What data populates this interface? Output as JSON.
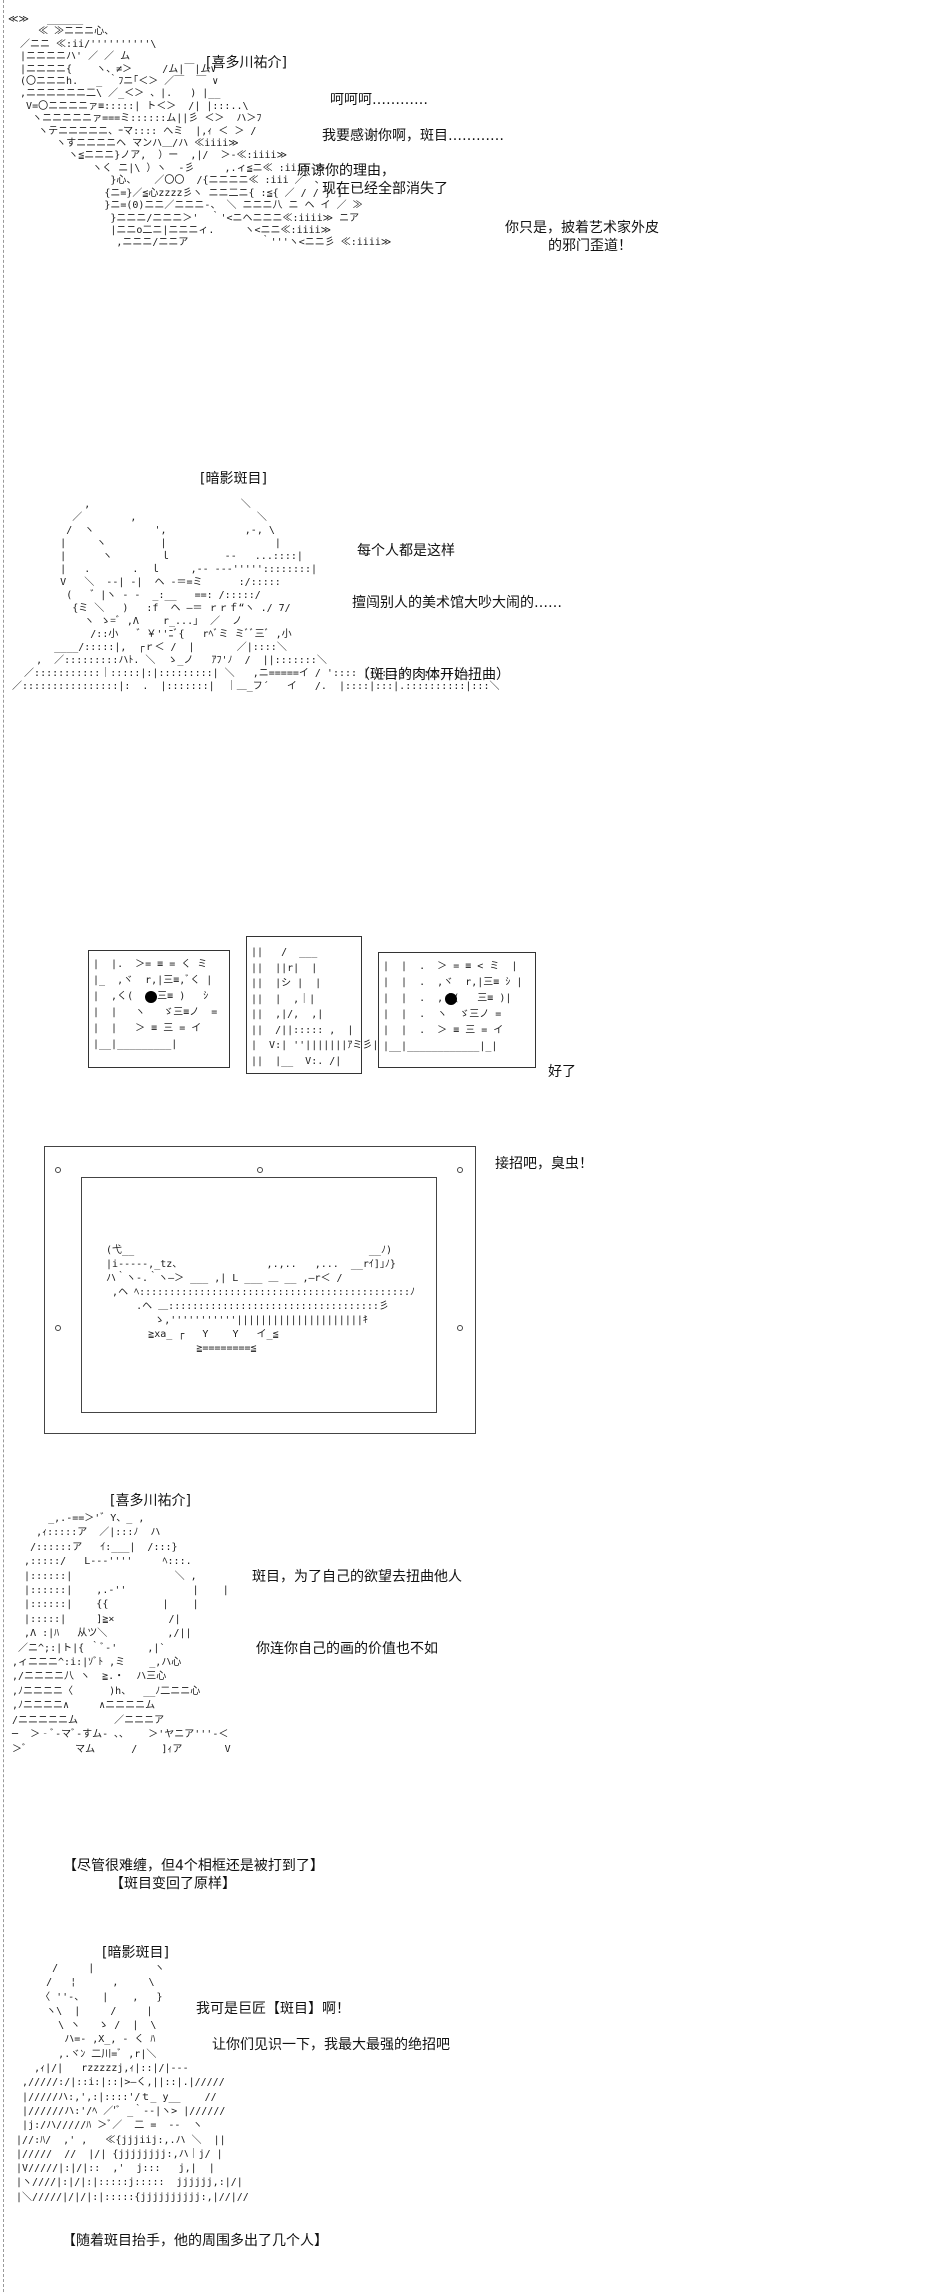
{
  "scene1": {
    "speaker": "[喜多川祐介]",
    "lines": [
      "呵呵呵…………",
      "我要感谢你啊，斑目…………",
      "原谅你的理由，",
      "现在已经全部消失了",
      "你只是，披着艺术家外皮",
      "的邪门歪道！"
    ],
    "art": "≪≫   ______\n     ≪ ≫ニニニ心、\n  ／ニニ ≪:ii/''''''''''\\\n  |ニニニニハ' ／ ／ ム\n  |ニニニニ{    ヽ、≠＞     /ム|￣|ム∨\n  (〇ニニニh.   _ ｀ﾌニ｢＜＞ ／￣  ￣ ∨\n  ,ニニニニニニ二\\ ／_＜＞ 、|.   ) |__\n   V=〇ニニニニァ≡:::::| ト＜＞  /| |:::..\\\n    ヽニニニニニァ===ミ::::::ム||彡 ＜＞  ハ＞ﾌ\n     ヽテニニニニニ、ｰマ:::: へミ  |,ｨ ＜ ＞ /\n        ヽすニニニニヘ マンハ＿/ハ ≪iiii≫\n          ヽ≦ニニニ}ノア,  ）ー  ,|/  ＞-≪:iiii≫\n              ヽく ニ|\\ ）ヽ  -彡     ,.ィ≦ニ≪ :iiii ≫\n                 }心、   ／〇〇  /{ニニニニ≪ :iii ／゛、\n                {ニ=}／≦心zzzz彡ヽ ニニ二ニ{ :≦{ ／ / / } ]\n                }ニ=(0)ニニ／ニニニ‐、 ＼ ニニニ八 ニ ヘ イ ／ ≫\n                 }ニニニ/ニニニ＞'  ｀'<ニヘニニニ≪:iiii≫ ニア\n                 |ニニo二ニ|ニニニィ.     ヽ<ニニ≪:iiii≫\n                  ,ニニニ/ニニア            ｀'''ヽ<ニニ彡 ≪:iiii≫"
  },
  "scene2": {
    "speaker": "[暗影斑目]",
    "lines": [
      "每个人都是这样",
      "擅闯别人的美术馆大吵大闹的……",
      "（斑目的肉体开始扭曲）"
    ],
    "art": "             ,                         ＼\n           ／        ,                    ＼\n          /  ヽ          ',             ,-, \\\n         |     ヽ         |                  |\n         |      ヽ        ｌ         --   ...::::|\n         |   .       .  ｌ     ,-- ---'''''::::::::|\n         V   ＼  --| -|  ヘ -＝=ミ      :/:::::\n          (   ゛|ヽ ‐ ‐  _:__   ==: /:::::/\n           {ミ ＼   )   :f  ヘ ―＝ ｒｒｆ“ヽ ./ 7/\n             ヽ ゝ=ﾞ ,Λ    r_...｣  ／  ノ\n              /::小   ゛￥''ﾆﾞ{   rﾍﾞミ ミﾞﾞ三ﾞ ,小\n        ____/:::::|,  ┌ｒ＜ /  |       ／|::::＼\n     ,  ／:::::::::ハﾄ. ＼  ゝ_ノ   ｱﾌ'ﾉ  /  ||:::::::＼\n   ／:::::::::::｜:::::|:|:::::::::| ＼   ,ニ=====イ / ':::: |:|::::::::::::|＼\n ／::::::::::::::::|:  .  |:::::::|  ｜＿_フ´   イ   /.  |::::|:::|.::::::::::|:::＼"
  },
  "scene3": {
    "line": "好了",
    "art_left": "|  |.  ＞= ≡ = く ミ\n|_  ,ヾ  r,|三≡,ﾞく |\n|  ,く(    三≡ )   ｼ\n|  |   ヽ   ゞ三≡ノ  =\n|  |   ＞ ≡ 三 = イ\n|__|_________|\n",
    "art_mid": "||   /  ___\n||  ||r|  |\n||  |シ |  |\n||  |  ,｜|\n||  ,|/,  ,|\n||  /||::::: ,  |\n|  V:| ''|||||||ｱミ彡|\n||  |__  V:. /|\n",
    "art_right": "|  |  .  ＞ = ≡ < ミ  |\n|  |  .  ,ヾ  r,|三≡ ｼ |\n|  |  .  ,く(   三≡ )|\n|  |  .  ヽ  ゞ三ノ =\n|  |  .  ＞ ≡ 三 = イ\n|__|____________|_|\n"
  },
  "scene4": {
    "line": "接招吧，臭虫！",
    "art": "  (弋__                                       __ﾉ)\n  |i----‐,_tz、              ,.,..   ,...  __rｲ]｣ﾉ}\n  ハ｀ヽ‐.｀ヽ―＞ ___ ,| L ___ ＿ __ ,―r＜ /\n   ,ヘ ﾍ:::::::::::::::::::::::::::::::::::::::::::::ﾉ\n       .ヘ ＿:::::::::::::::::::::::::::::::::::彡\n          ゝ,'''''''''''|||||||||||||||||||||ｷ\n         ≧xa_ ┌   Y    Y   イ_≦\n                 ≧========≦"
  },
  "scene5": {
    "speaker": "[喜多川祐介]",
    "lines": [
      "斑目，为了自己的欲望去扭曲他人",
      "你连你自己的画的价值也不如"
    ],
    "art": "       _,.-==＞'゛Y、_ ,\n     ,ｨ:::::ア  ／|:::ﾉ  ハ\n    /::::::ア   ｲ:___|  /:::}\n   ,:::::/   L--‐''''     ﾍ:::.\n   |::::::|                 ＼ ,\n   |::::::|    ,.-''           |    |\n   |::::::|    {{         |    |\n   |:::::|     ]≧×         /|\n   ,Λ :|ﾊ   从ツ＼          ,/||\n  ／ニ^;:|ト|{ ｀ﾞ‐'     ,|`\n ,ィニニニ^:i:|ｿﾞﾄ ,ミ    _,ハ心\n ,/ニニニニ八 ヽ  ≧.・  ハ三心\n ,ﾉニニニニ〈      )h、  __ﾉ二ニニ心\n ,ﾉニニニニ∧     ∧ニニニニム\n /ニニニニニム      ／ニニニア\n ─  ＞‐ﾞ‐マﾞ‐すム‐ ､､    ＞'ヤニア'''‐＜\n ＞ﾞ        マム      /    ]ｨア       V"
  },
  "narration": {
    "line1": "【尽管很难缠，但4个相框还是被打到了】",
    "line2": "【斑目变回了原样】"
  },
  "scene6": {
    "speaker": "[暗影斑目]",
    "lines": [
      "我可是巨匠【斑目】啊！",
      "让你们见识一下，我最大最强的绝招吧"
    ],
    "footer": "【随着斑目抬手，他的周围多出了几个人】",
    "art": "        /     |          ヽ\n       /   ¦      ,     \\\n      〈 ''‐、   |    ,   }\n       ヽ\\  |     /     |\n         \\ ヽ   ゝ /  |  \\\n          ハ=‐ ,X_, - く ﾊ\n         ,.ヾﾝ 二川=ﾞ ,r|＼\n     ,ｨ|/|   rzzzzzj,ｨ|::|/|‐‐‐\n   ,/////:/|::i:|::|>―く,||::|.|/////\n   |/////ハ:,',:|::::'/ｔ_ y__    //\n   |//////ハ:'/ﾍ ／'ﾞ _｀‐‐|ヽ> |//////\n   |j:/ハ/////ﾊ ＞ﾞ／  二 =  ‐‐  ヽ\n  |//:ﾊ/  ,' ,   ≪{jjjiij:,.ハ ＼  ||\n  |/////  //  |/| {jjjjjjjj:,ハ｜j/ |\n  |V/////|:|/|::  ,'  j:::   j,|  |\n  |ヽ////|:|/|:|:::::j:::::  jjjjjj,:|/|\n  |＼/////|/|/|:|:::::{jjjjjjjjjj:,|//|//"
  },
  "colors": {
    "ink": "#111111",
    "rule": "#9a9a9a",
    "frame": "#444444"
  }
}
